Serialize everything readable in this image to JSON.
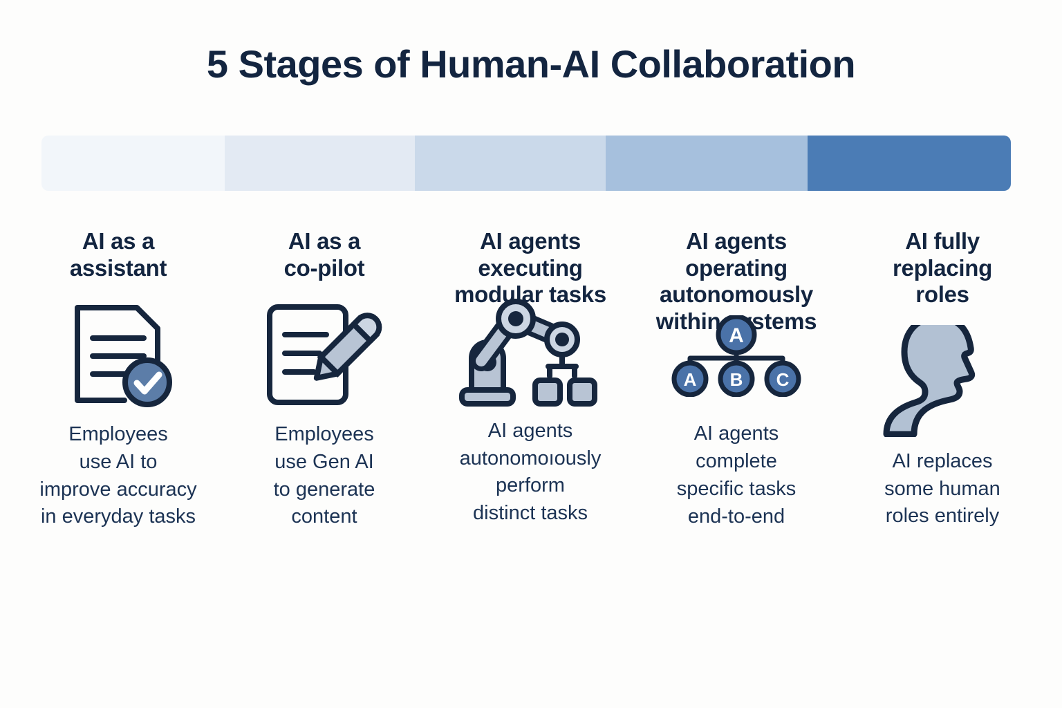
{
  "title": "5 Stages of Human-AI Collaboration",
  "colors": {
    "background": "#fdfdfc",
    "title_text": "#132540",
    "heading_text": "#132540",
    "body_text": "#1c3354",
    "icon_outline": "#16263d",
    "icon_fill_light": "#b8c4d4",
    "icon_fill_pale": "#ccd6e3",
    "accent_badge": "#5c7da8",
    "node_fill": "#4a72a8"
  },
  "progress_bar": {
    "name": "maturity-gradient-bar",
    "segments": [
      {
        "index": 1,
        "color": "#f2f6fa"
      },
      {
        "index": 2,
        "color": "#e3eaf3"
      },
      {
        "index": 3,
        "color": "#cad9ea"
      },
      {
        "index": 4,
        "color": "#a6c0dd"
      },
      {
        "index": 5,
        "color": "#4b7cb5"
      }
    ]
  },
  "stages": [
    {
      "id": 1,
      "heading": "AI as a\nassistant",
      "icon": "document-check-icon",
      "body": "Employees\nuse AI to\nimprove accuracy\nin everyday tasks"
    },
    {
      "id": 2,
      "heading": "AI as a\nco-pilot",
      "icon": "document-pencil-icon",
      "body": "Employees\nuse Gen AI\nto generate\ncontent"
    },
    {
      "id": 3,
      "heading": "AI agents\nexecuting\nmodular tasks",
      "icon": "robot-arm-icon",
      "body": "AI agents\nautonomoıously\nperform\ndistinct tasks"
    },
    {
      "id": 4,
      "heading": "AI agents\noperating\nautonomously\nwithin systems",
      "icon": "hierarchy-nodes-icon",
      "body": "AI agents\ncomplete\nspecific tasks\nend-to-end",
      "node_labels": {
        "root": "A",
        "children": [
          "A",
          "B",
          "C"
        ]
      }
    },
    {
      "id": 5,
      "heading": "AI fully\nreplacing\nroles",
      "icon": "person-silhouette-icon",
      "body": "AI replaces\nsome human\nroles entirely"
    }
  ]
}
